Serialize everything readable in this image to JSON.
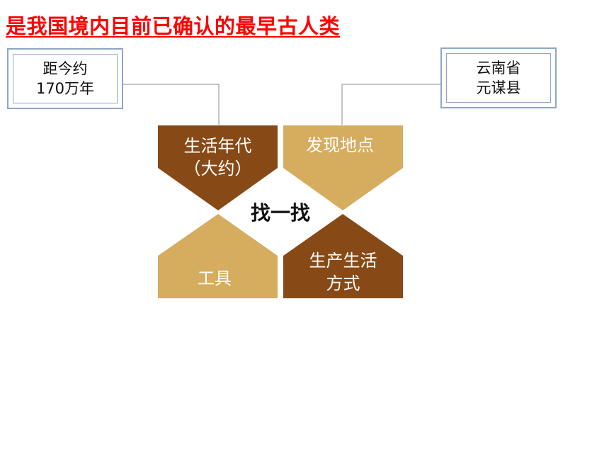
{
  "title": "是我国境内目前已确认的最早古人类",
  "left_box": {
    "line1": "距今约",
    "line2": "170万年"
  },
  "right_box": {
    "line1": "云南省",
    "line2": "元谋县"
  },
  "center": "找一找",
  "shapes": {
    "top_left": {
      "line1": "生活年代",
      "line2": "（大约）"
    },
    "top_right": {
      "line1": "发现地点"
    },
    "bottom_left": {
      "line1": "工具"
    },
    "bottom_right": {
      "line1": "生产生活",
      "line2": "方式"
    }
  },
  "colors": {
    "dark_brown": "#874a17",
    "tan": "#d6ac5f",
    "box_border": "#8ea6c9",
    "title": "#ff0000"
  }
}
